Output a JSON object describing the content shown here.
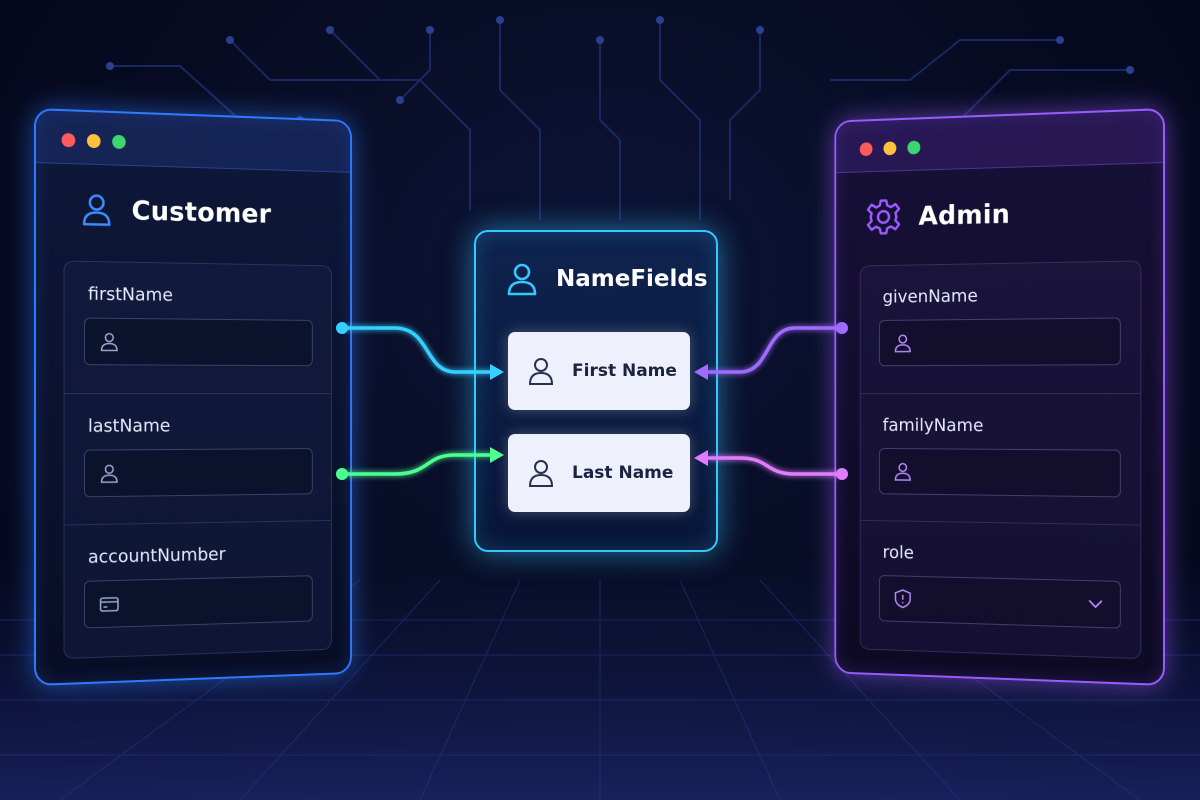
{
  "customer": {
    "title": "Customer",
    "icon": "user-icon",
    "fields": [
      {
        "label": "firstName",
        "icon": "user-icon"
      },
      {
        "label": "lastName",
        "icon": "user-icon"
      },
      {
        "label": "accountNumber",
        "icon": "card-icon"
      }
    ]
  },
  "name_fields": {
    "title": "NameFields",
    "icon": "user-icon",
    "items": [
      {
        "label": "First Name",
        "icon": "user-icon"
      },
      {
        "label": "Last Name",
        "icon": "user-icon"
      }
    ]
  },
  "admin": {
    "title": "Admin",
    "icon": "gear-icon",
    "fields": [
      {
        "label": "givenName",
        "icon": "user-icon"
      },
      {
        "label": "familyName",
        "icon": "user-icon"
      },
      {
        "label": "role",
        "icon": "shield-icon",
        "control": "dropdown"
      }
    ]
  },
  "colors": {
    "customer_accent": "#2f7bff",
    "admin_accent": "#9b5cff",
    "namefields_accent": "#35c8ff",
    "link_first_customer": "#35d0ff",
    "link_last_customer": "#4dff8f",
    "link_first_admin": "#a06bff",
    "link_last_admin": "#e07cff"
  }
}
